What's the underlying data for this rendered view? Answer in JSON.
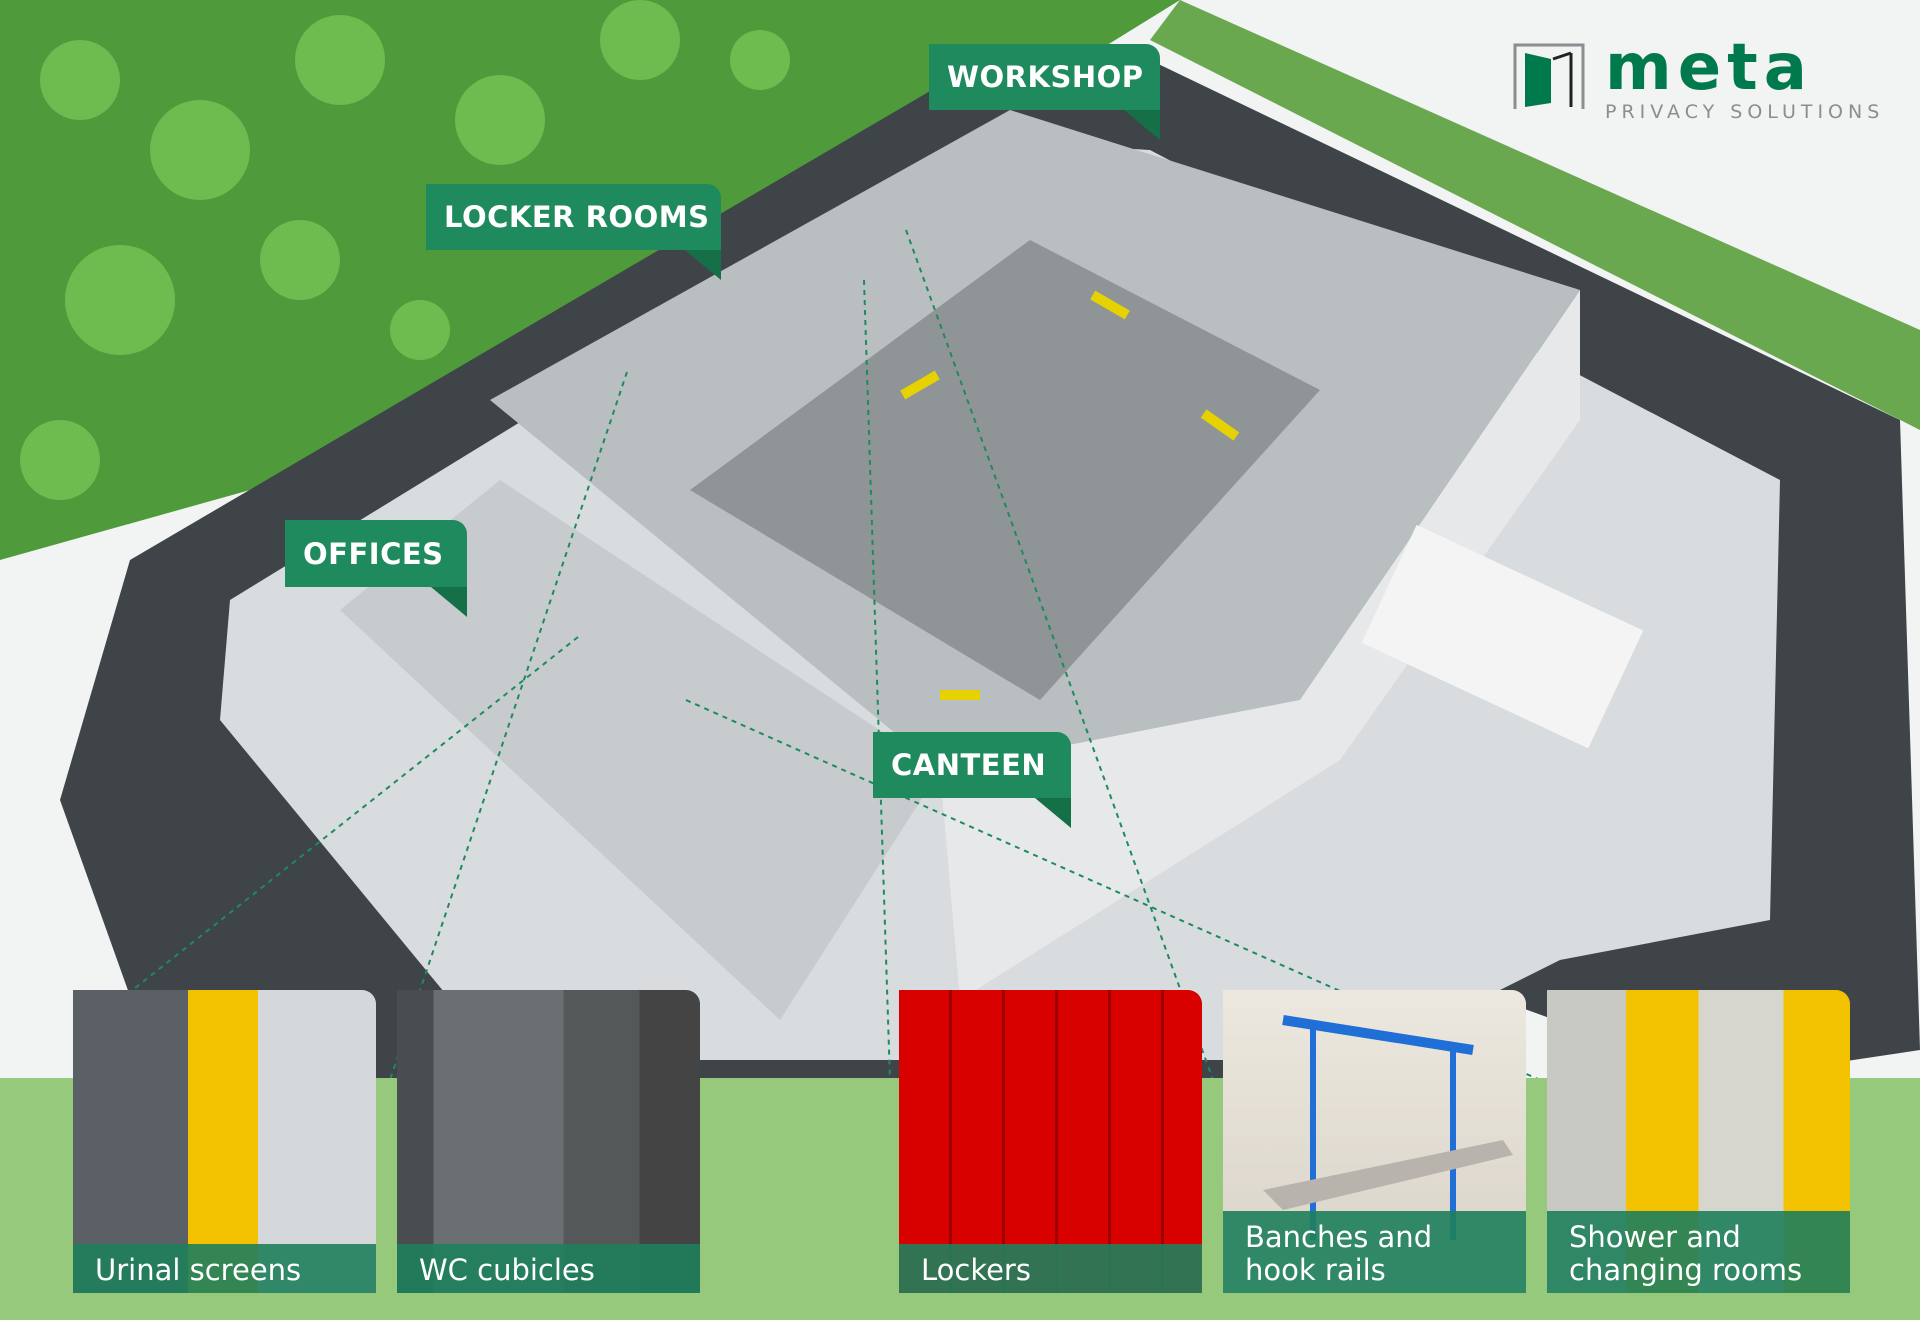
{
  "brand": {
    "name": "meta",
    "tagline": "PRIVACY SOLUTIONS",
    "color": "#007a4d"
  },
  "areas": [
    {
      "label": "WORKSHOP"
    },
    {
      "label": "LOCKER ROOMS"
    },
    {
      "label": "OFFICES"
    },
    {
      "label": "CANTEEN"
    }
  ],
  "products": [
    {
      "label": "Urinal screens"
    },
    {
      "label": "WC cubicles"
    },
    {
      "label": "Lockers"
    },
    {
      "label": "Banches and hook rails"
    },
    {
      "label": "Shower and changing rooms"
    }
  ],
  "colors": {
    "accent": "#1e8a5e",
    "band": "#97c97c",
    "road": "#3e4448"
  }
}
